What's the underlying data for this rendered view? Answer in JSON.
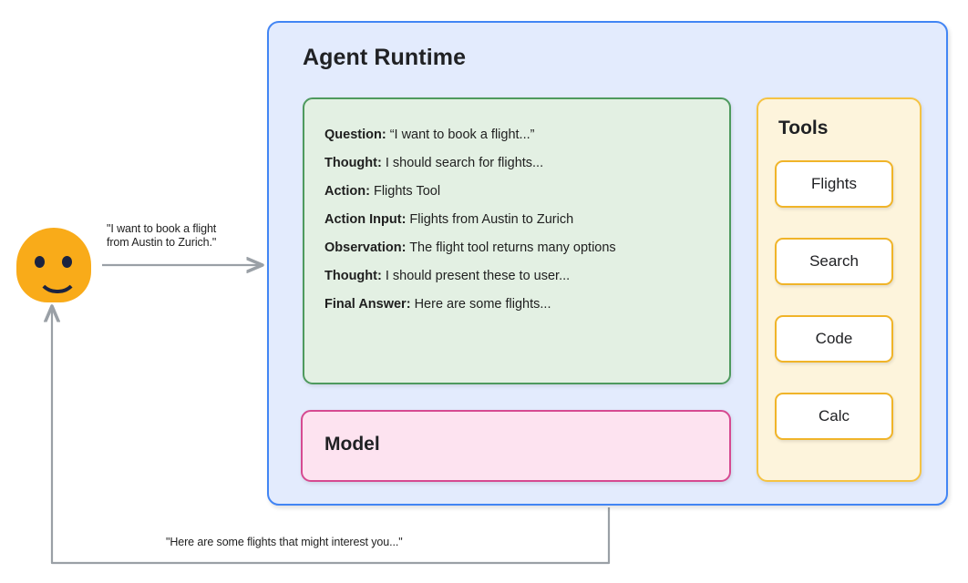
{
  "diagram": {
    "title": "Agent Runtime Diagram",
    "colors": {
      "runtime_fill": "#e3ebfd",
      "runtime_border": "#4285f4",
      "trace_fill": "#e3f0e3",
      "trace_border": "#4e9a5e",
      "model_fill": "#fde3f0",
      "model_border": "#d64a91",
      "tools_fill": "#fdf4dc",
      "tools_border": "#f5c343",
      "tool_button_border": "#f0b429",
      "avatar": "#f9ab19",
      "connector": "#9aa0a6"
    }
  },
  "user": {
    "avatar_name": "smiley-user-avatar"
  },
  "connectors": {
    "request_label": "\"I want to book a flight\nfrom Austin to Zurich.\"",
    "response_label": "\"Here are some flights that might interest you...\""
  },
  "runtime": {
    "title": "Agent Runtime"
  },
  "trace": {
    "lines": [
      {
        "key": "Question:",
        "value": "“I want to book a flight...”"
      },
      {
        "key": "Thought:",
        "value": "I should search for flights..."
      },
      {
        "key": "Action:",
        "value": "Flights Tool"
      },
      {
        "key": "Action Input:",
        "value": "Flights from Austin to Zurich"
      },
      {
        "key": "Observation:",
        "value": "The flight tool returns many options"
      },
      {
        "key": "Thought:",
        "value": "I should present these to user..."
      },
      {
        "key": "Final Answer:",
        "value": "Here are some flights..."
      }
    ]
  },
  "model": {
    "title": "Model"
  },
  "tools": {
    "title": "Tools",
    "items": [
      {
        "label": "Flights"
      },
      {
        "label": "Search"
      },
      {
        "label": "Code"
      },
      {
        "label": "Calc"
      }
    ]
  }
}
